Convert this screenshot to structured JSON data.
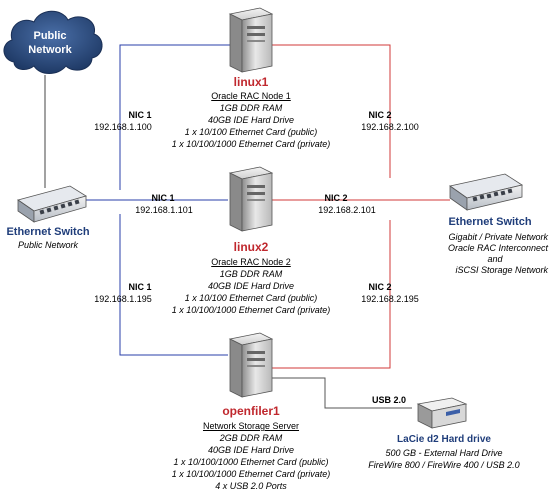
{
  "cloud": {
    "line1": "Public",
    "line2": "Network"
  },
  "public_switch": {
    "title": "Ethernet Switch",
    "subtitle": "Public Network"
  },
  "private_switch": {
    "title": "Ethernet Switch",
    "lines": [
      "Gigabit / Private Network",
      "Oracle RAC Interconnect",
      "and",
      "iSCSI Storage Network"
    ]
  },
  "linux1": {
    "name": "linux1",
    "role": "Oracle RAC Node 1",
    "specs": [
      "1GB DDR RAM",
      "40GB IDE Hard Drive",
      "1 x 10/100 Ethernet Card (public)",
      "1 x 10/100/1000 Ethernet Card (private)"
    ],
    "nic1": {
      "label": "NIC 1",
      "ip": "192.168.1.100"
    },
    "nic2": {
      "label": "NIC 2",
      "ip": "192.168.2.100"
    }
  },
  "linux2": {
    "name": "linux2",
    "role": "Oracle RAC Node 2",
    "specs": [
      "1GB DDR RAM",
      "40GB IDE Hard Drive",
      "1 x 10/100 Ethernet Card (public)",
      "1 x 10/100/1000 Ethernet Card (private)"
    ],
    "nic1": {
      "label": "NIC 1",
      "ip": "192.168.1.101"
    },
    "nic2": {
      "label": "NIC 2",
      "ip": "192.168.2.101"
    }
  },
  "openfiler1": {
    "name": "openfiler1",
    "role": "Network Storage Server",
    "specs": [
      "2GB DDR RAM",
      "40GB IDE Hard Drive",
      "1 x 10/100/1000 Ethernet Card (public)",
      "1 x 10/100/1000 Ethernet Card (private)",
      "4 x USB 2.0 Ports"
    ],
    "nic1": {
      "label": "NIC 1",
      "ip": "192.168.1.195"
    },
    "nic2": {
      "label": "NIC 2",
      "ip": "192.168.2.195"
    }
  },
  "usb_link": {
    "label": "USB 2.0"
  },
  "lacie": {
    "name": "LaCie d2 Hard drive",
    "lines": [
      "500 GB - External Hard Drive",
      "FireWire 800 / FireWire 400 / USB 2.0"
    ]
  },
  "colors": {
    "public_link": "#2a3fa8",
    "private_link": "#d23a3a",
    "cloud": "#2d4f86",
    "node_name": "#c0282e",
    "switch_title": "#1f3d7a"
  }
}
